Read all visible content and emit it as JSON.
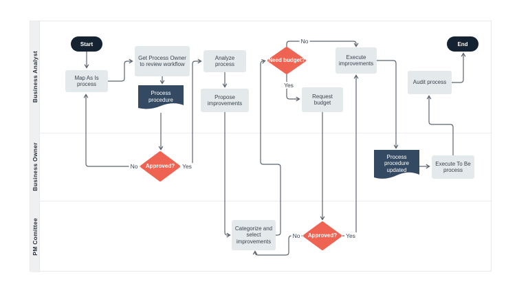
{
  "lanes": [
    {
      "label": "Business Analyst"
    },
    {
      "label": "Business Owner"
    },
    {
      "label": "PM Comittee"
    }
  ],
  "nodes": {
    "start": {
      "label": "Start",
      "type": "terminator"
    },
    "map_as_is": {
      "label": "Map As Is process",
      "type": "process"
    },
    "get_process_owner": {
      "label": "Get Process Owner to review workflow",
      "type": "process"
    },
    "process_procedure": {
      "label": "Process procedure",
      "type": "document"
    },
    "analyze_process": {
      "label": "Analyze process",
      "type": "process"
    },
    "propose_improvements": {
      "label": "Propose improvements",
      "type": "process"
    },
    "need_budget": {
      "label": "Need budget?",
      "type": "decision"
    },
    "request_budget": {
      "label": "Request budget",
      "type": "process"
    },
    "execute_improvements": {
      "label": "Execute improvements",
      "type": "process"
    },
    "audit_process": {
      "label": "Audit process",
      "type": "process"
    },
    "end": {
      "label": "End",
      "type": "terminator"
    },
    "approved_owner": {
      "label": "Approved?",
      "type": "decision"
    },
    "process_procedure_updated": {
      "label": "Process procedure updated",
      "type": "document"
    },
    "execute_to_be": {
      "label": "Execute To Be process",
      "type": "process"
    },
    "categorize_improvements": {
      "label": "Categorize and select improvements",
      "type": "process"
    },
    "approved_pm": {
      "label": "Approved?",
      "type": "decision"
    }
  },
  "edge_labels": {
    "need_budget_no": "No",
    "need_budget_yes": "Yes",
    "approved_owner_no": "No",
    "approved_owner_yes": "Yes",
    "approved_pm_no": "No",
    "approved_pm_yes": "Yes"
  },
  "colors": {
    "terminator": "#152231",
    "document": "#344a62",
    "decision": "#ee6351",
    "process": "#e4e9eb",
    "connector": "#59636d"
  }
}
